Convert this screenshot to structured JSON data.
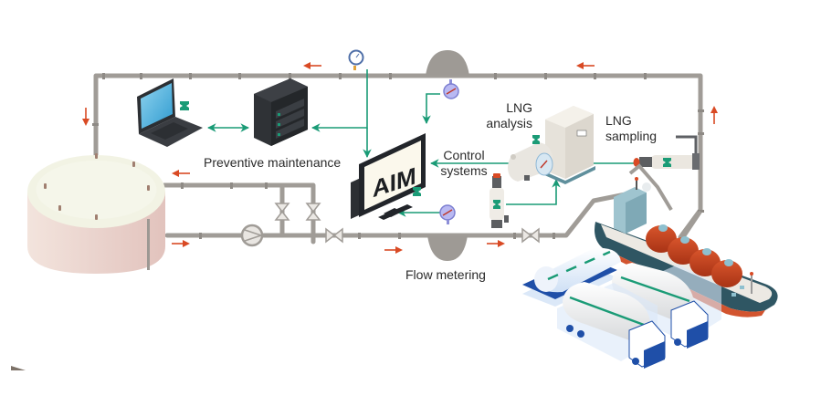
{
  "diagram": {
    "title": "LNG custody transfer and monitoring process",
    "labels": {
      "preventive_maintenance": "Preventive maintenance",
      "control_systems_line1": "Control",
      "control_systems_line2": "systems",
      "lng_analysis_line1": "LNG",
      "lng_analysis_line2": "analysis",
      "lng_sampling_line1": "LNG",
      "lng_sampling_line2": "sampling",
      "flow_metering": "Flow metering"
    },
    "monitor_logo": "AIM",
    "components": [
      {
        "id": "storage-tank",
        "name": "LNG storage tank"
      },
      {
        "id": "laptop",
        "name": "Laptop"
      },
      {
        "id": "server",
        "name": "Server rack"
      },
      {
        "id": "aim-monitor",
        "name": "AIM control monitor"
      },
      {
        "id": "pressure-gauge-top",
        "name": "Pressure gauge"
      },
      {
        "id": "pressure-gauge-flow",
        "name": "Pressure gauge"
      },
      {
        "id": "pressure-gauge-lower",
        "name": "Pressure gauge"
      },
      {
        "id": "pump",
        "name": "Pump"
      },
      {
        "id": "valves",
        "name": "Valves"
      },
      {
        "id": "analyzer",
        "name": "LNG analyzer"
      },
      {
        "id": "analyzer-cabinet",
        "name": "Analyzer cabinet"
      },
      {
        "id": "sampling-probe",
        "name": "LNG sampling probe"
      },
      {
        "id": "flow-meter",
        "name": "Flow meter transmitter"
      },
      {
        "id": "lng-carrier",
        "name": "LNG carrier ship"
      },
      {
        "id": "rail-tank-car",
        "name": "Rail tank car"
      },
      {
        "id": "tanker-truck-1",
        "name": "Tanker truck"
      },
      {
        "id": "tanker-truck-2",
        "name": "Tanker truck"
      }
    ],
    "colors": {
      "pipe": "#a09c97",
      "signal_line": "#1a9b76",
      "flow_arrow": "#d94a24",
      "sensor_badge": "#1a9b76",
      "tank_top": "#f2f3e6",
      "tank_side": "#ecd7d2",
      "ship_dome": "#c9411d",
      "vehicle_blue": "#1f4fa8",
      "text": "#2b2b2b"
    }
  }
}
